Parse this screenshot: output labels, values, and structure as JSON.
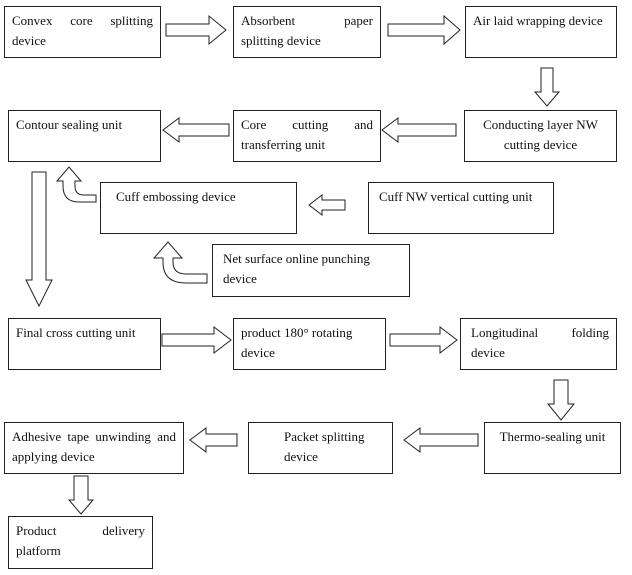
{
  "nodes": {
    "convex_core": "Convex core splitting device",
    "absorbent_paper": "Absorbent paper splitting device",
    "air_laid": "Air laid wrapping device",
    "conducting_layer": "Conducting layer NW cutting device",
    "core_cutting": "Core cutting and transferring unit",
    "contour_sealing": "Contour sealing unit",
    "cuff_nw": "Cuff NW vertical cutting unit",
    "cuff_embossing": "Cuff embossing device",
    "net_surface": "Net surface online punching device",
    "final_cross": "Final cross cutting unit",
    "product_rotating": "product 180° rotating device",
    "longitudinal": "Longitudinal folding device",
    "thermo_sealing": "Thermo-sealing unit",
    "packet_splitting": "Packet splitting device",
    "adhesive_tape": "Adhesive tape unwinding and applying device",
    "product_delivery": "Product delivery platform"
  },
  "connections": [
    {
      "from": "convex_core",
      "to": "absorbent_paper"
    },
    {
      "from": "absorbent_paper",
      "to": "air_laid"
    },
    {
      "from": "air_laid",
      "to": "conducting_layer"
    },
    {
      "from": "conducting_layer",
      "to": "core_cutting"
    },
    {
      "from": "core_cutting",
      "to": "contour_sealing"
    },
    {
      "from": "cuff_nw",
      "to": "cuff_embossing"
    },
    {
      "from": "cuff_embossing",
      "to": "contour_sealing"
    },
    {
      "from": "net_surface",
      "to": "cuff_embossing"
    },
    {
      "from": "contour_sealing",
      "to": "final_cross"
    },
    {
      "from": "final_cross",
      "to": "product_rotating"
    },
    {
      "from": "product_rotating",
      "to": "longitudinal"
    },
    {
      "from": "longitudinal",
      "to": "thermo_sealing"
    },
    {
      "from": "thermo_sealing",
      "to": "packet_splitting"
    },
    {
      "from": "packet_splitting",
      "to": "adhesive_tape"
    },
    {
      "from": "adhesive_tape",
      "to": "product_delivery"
    }
  ]
}
